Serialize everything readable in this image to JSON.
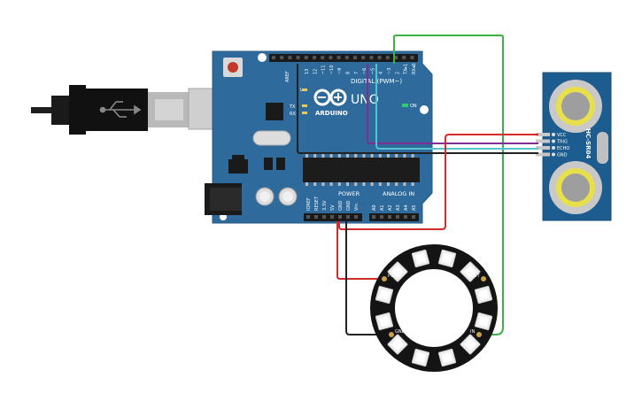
{
  "arduino": {
    "brand": "ARDUINO",
    "model": "UNO",
    "digital_header": "DIGITAL (PWM~)",
    "power_header": "POWER",
    "analog_header": "ANALOG IN",
    "on_label": "ON",
    "aref_label": "AREF",
    "l_label": "L",
    "tx_label": "TX",
    "rx_label": "RX",
    "digital_pins": [
      "13",
      "12",
      "~11",
      "~10",
      "~9",
      "8",
      "7",
      "~6",
      "~5",
      "4",
      "~3",
      "2",
      "TX▸1",
      "RX◂0"
    ],
    "power_pins": [
      "IOREF",
      "RESET",
      "3.3V",
      "5V",
      "GND",
      "GND",
      "Vin"
    ],
    "analog_pins": [
      "A0",
      "A1",
      "A2",
      "A3",
      "A4",
      "A5"
    ]
  },
  "sensor": {
    "model": "HC-SR04",
    "pins": [
      "VCC",
      "TRIG",
      "ECHO",
      "GND"
    ]
  },
  "ring": {
    "pixel_count": 12,
    "labels": [
      "PWR",
      "GND",
      "IN",
      "OUT"
    ]
  },
  "colors": {
    "board": "#2e6b9c",
    "wire_red": "#d42a2a",
    "wire_green": "#3cb04a",
    "wire_purple": "#7e2f95",
    "wire_cyan": "#58c4cf",
    "wire_black": "#222222"
  }
}
